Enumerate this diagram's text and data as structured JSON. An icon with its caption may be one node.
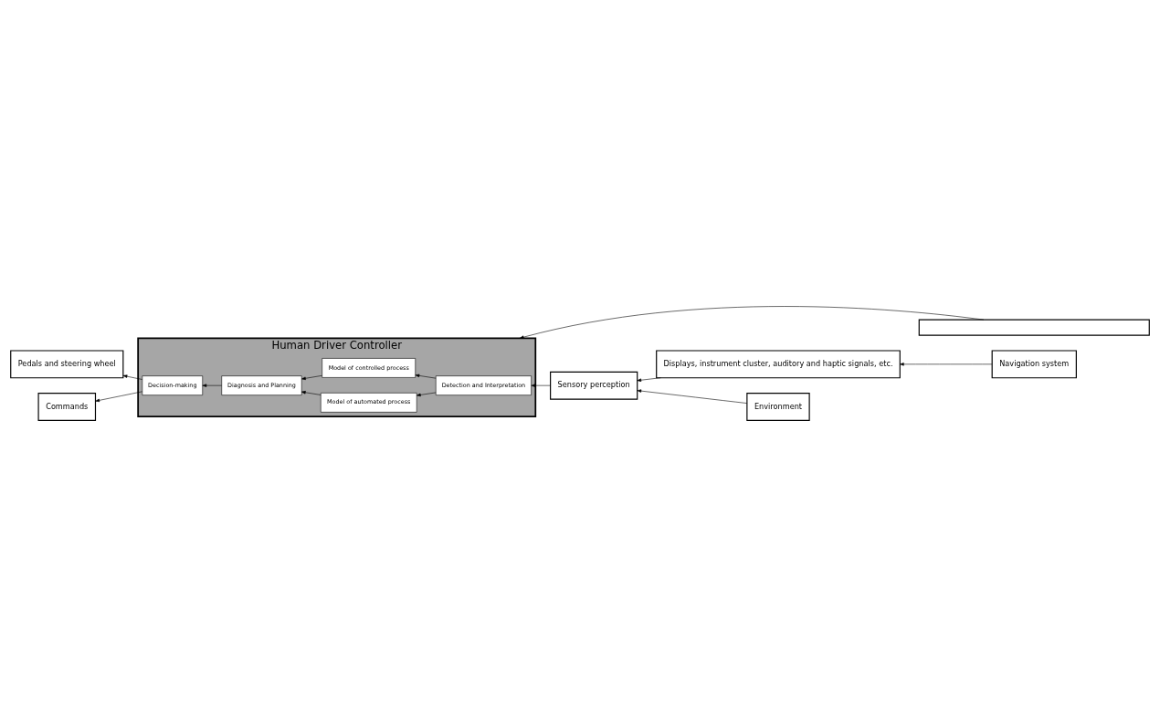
{
  "diagram": {
    "nodes": [
      {
        "text": [],
        "shape": "box"
      },
      {
        "text": [
          "Human Driver Controller"
        ]
      },
      {
        "text": [
          "Decision-making"
        ],
        "in": 1
      },
      {
        "text": [
          "Diagnosis and Planning"
        ],
        "in": 1
      },
      {
        "text": [
          "Model of automated process"
        ],
        "in": 1
      },
      {
        "text": [
          "Model of controlled process"
        ],
        "in": 1
      },
      {
        "text": [
          "Detection and Interpretation"
        ],
        "in": 1
      },
      {
        "text": [
          "Pedals and steering wheel"
        ]
      },
      {
        "text": [
          "Commands"
        ]
      },
      {
        "text": [
          "Displays, instrument cluster, auditory and haptic signals, etc."
        ]
      },
      {
        "text": [
          "Sensory perception"
        ]
      },
      {
        "text": [
          "Navigation system"
        ]
      },
      {
        "text": [
          "Environment"
        ]
      }
    ],
    "edges": [
      {
        "from": 0,
        "to": 1,
        "arrow": "to"
      },
      {
        "from": 3,
        "to": 2,
        "arrow": "to"
      },
      {
        "from": 4,
        "to": 3,
        "arrow": "to"
      },
      {
        "from": 5,
        "to": 3,
        "arrow": "to"
      },
      {
        "from": 6,
        "to": 4,
        "arrow": "to"
      },
      {
        "from": 6,
        "to": 5,
        "arrow": "to"
      },
      {
        "from": 10,
        "to": 6,
        "arrow": "to"
      },
      {
        "from": 2,
        "to": 7,
        "arrow": "to"
      },
      {
        "from": 2,
        "to": 8,
        "arrow": "to"
      },
      {
        "from": 9,
        "to": 10,
        "arrow": "to"
      },
      {
        "from": 11,
        "to": 9,
        "arrow": "to"
      },
      {
        "from": 12,
        "to": 10,
        "arrow": "to"
      }
    ]
  }
}
